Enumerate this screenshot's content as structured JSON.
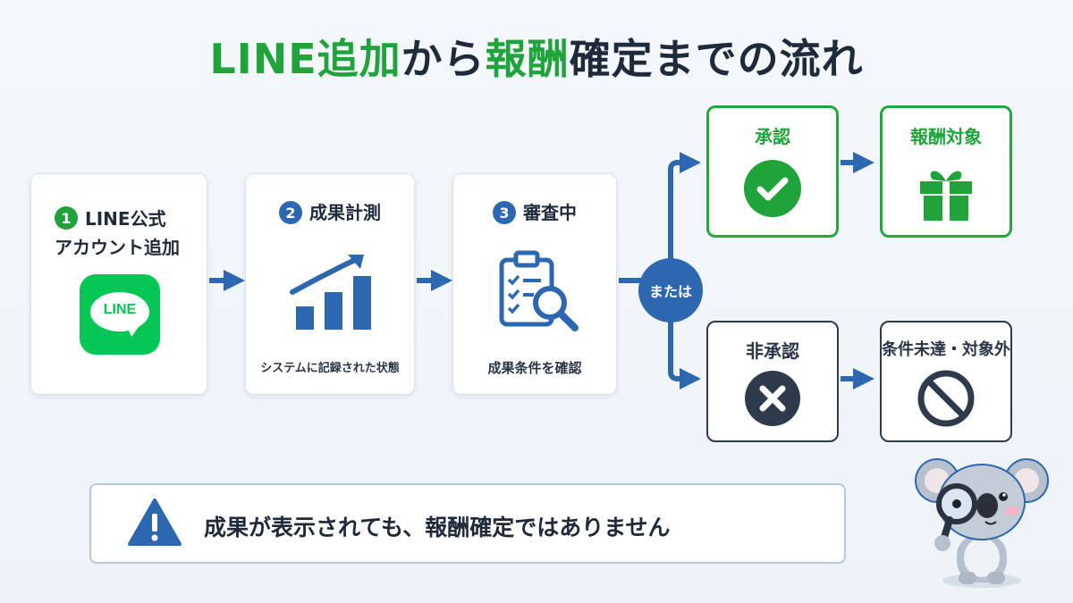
{
  "title": {
    "part1": "LINE追加",
    "part2": "から",
    "part3": "報酬",
    "part4": "確定までの流れ"
  },
  "steps": [
    {
      "number": "1",
      "label_line1": "LINE公式",
      "label_line2": "アカウント追加",
      "icon": "line-app-icon",
      "logo_text": "LINE"
    },
    {
      "number": "2",
      "label": "成果計測",
      "icon": "growth-chart-icon",
      "caption": "システムに記録された状態"
    },
    {
      "number": "3",
      "label": "審査中",
      "icon": "clipboard-search-icon",
      "caption": "成果条件を確認"
    }
  ],
  "branch_label": "または",
  "approved": {
    "label": "承認",
    "icon": "check-icon",
    "next_label": "報酬対象",
    "next_icon": "gift-icon"
  },
  "rejected": {
    "label": "非承認",
    "icon": "x-circle-icon",
    "next_label": "条件未達・対象外",
    "next_icon": "prohibited-icon"
  },
  "notice": {
    "text": "成果が表示されても、報酬確定ではありません",
    "icon": "warning-icon"
  },
  "mascot": {
    "icon": "koala-magnifier-icon"
  },
  "colors": {
    "green": "#1fa33a",
    "blue": "#2c67b0",
    "dark": "#2e3b4c"
  }
}
